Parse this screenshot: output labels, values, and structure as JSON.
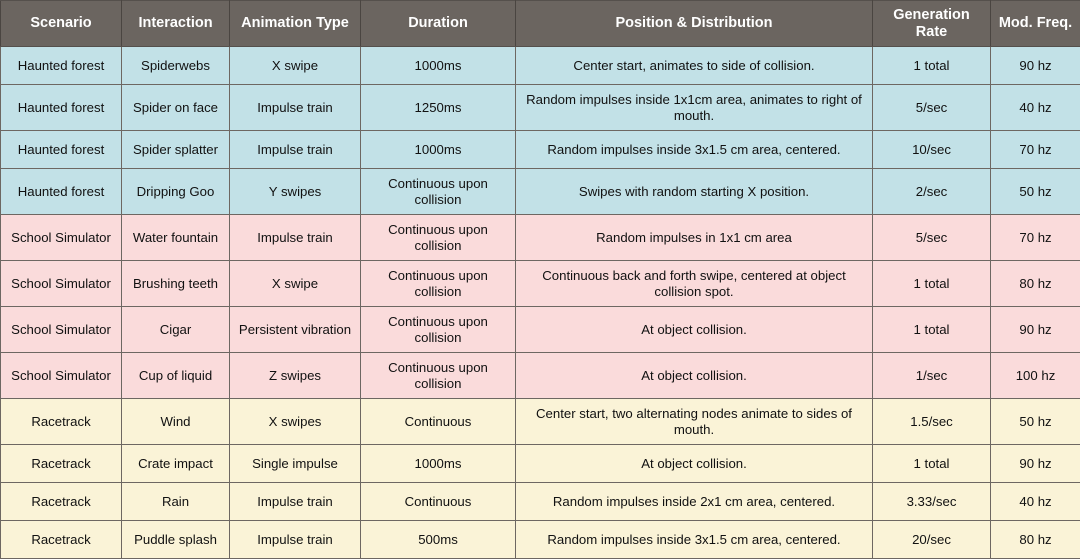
{
  "table": {
    "name": "haptic-feedback-parameters",
    "columns": [
      {
        "key": "scenario",
        "label": "Scenario"
      },
      {
        "key": "interaction",
        "label": "Interaction"
      },
      {
        "key": "animation",
        "label": "Animation Type"
      },
      {
        "key": "duration",
        "label": "Duration"
      },
      {
        "key": "position",
        "label": "Position & Distribution"
      },
      {
        "key": "genrate",
        "label": "Generation Rate"
      },
      {
        "key": "modfreq",
        "label": "Mod. Freq."
      }
    ],
    "colors": {
      "header_bg": "#6b6560",
      "header_text": "#ffffff",
      "section_blue": "#c2e1e7",
      "section_pink": "#fadbdb",
      "section_cream": "#faf3d7",
      "grid_line": "#6d6762",
      "body_text": "#111111"
    },
    "rows": [
      {
        "section": "blue",
        "group_start": true,
        "height": "std",
        "scenario": "Haunted forest",
        "interaction": "Spiderwebs",
        "animation": "X swipe",
        "duration": "1000ms",
        "position": "Center start, animates to side of collision.",
        "genrate": "1 total",
        "modfreq": "90 hz"
      },
      {
        "section": "blue",
        "group_start": false,
        "height": "tall",
        "scenario": "Haunted forest",
        "interaction": "Spider on face",
        "animation": "Impulse train",
        "duration": "1250ms",
        "position": "Random impulses inside 1x1cm area, animates to right of mouth.",
        "genrate": "5/sec",
        "modfreq": "40 hz"
      },
      {
        "section": "blue",
        "group_start": false,
        "height": "std",
        "scenario": "Haunted forest",
        "interaction": "Spider splatter",
        "animation": "Impulse train",
        "duration": "1000ms",
        "position": "Random impulses inside 3x1.5 cm area, centered.",
        "genrate": "10/sec",
        "modfreq": "70 hz"
      },
      {
        "section": "blue",
        "group_start": false,
        "height": "tall",
        "scenario": "Haunted forest",
        "interaction": "Dripping Goo",
        "animation": "Y swipes",
        "duration": "Continuous upon collision",
        "position": "Swipes with random starting X position.",
        "genrate": "2/sec",
        "modfreq": "50 hz"
      },
      {
        "section": "pink",
        "group_start": true,
        "height": "tall",
        "scenario": "School Simulator",
        "interaction": "Water fountain",
        "animation": "Impulse train",
        "duration": "Continuous upon collision",
        "position": "Random impulses in 1x1 cm area",
        "genrate": "5/sec",
        "modfreq": "70 hz"
      },
      {
        "section": "pink",
        "group_start": false,
        "height": "tall",
        "scenario": "School Simulator",
        "interaction": "Brushing teeth",
        "animation": "X swipe",
        "duration": "Continuous upon collision",
        "position": "Continuous back and forth swipe, centered at object collision spot.",
        "genrate": "1 total",
        "modfreq": "80 hz"
      },
      {
        "section": "pink",
        "group_start": false,
        "height": "tall",
        "scenario": "School Simulator",
        "interaction": "Cigar",
        "animation": "Persistent vibration",
        "duration": "Continuous upon collision",
        "position": "At object collision.",
        "genrate": "1 total",
        "modfreq": "90 hz"
      },
      {
        "section": "pink",
        "group_start": false,
        "height": "tall",
        "scenario": "School Simulator",
        "interaction": "Cup of liquid",
        "animation": "Z swipes",
        "duration": "Continuous upon collision",
        "position": "At object collision.",
        "genrate": "1/sec",
        "modfreq": "100 hz"
      },
      {
        "section": "cream",
        "group_start": true,
        "height": "tall",
        "scenario": "Racetrack",
        "interaction": "Wind",
        "animation": "X swipes",
        "duration": "Continuous",
        "position": "Center start, two alternating nodes animate to sides of mouth.",
        "genrate": "1.5/sec",
        "modfreq": "50 hz"
      },
      {
        "section": "cream",
        "group_start": false,
        "height": "std",
        "scenario": "Racetrack",
        "interaction": "Crate impact",
        "animation": "Single impulse",
        "duration": "1000ms",
        "position": "At object collision.",
        "genrate": "1 total",
        "modfreq": "90 hz"
      },
      {
        "section": "cream",
        "group_start": false,
        "height": "std",
        "scenario": "Racetrack",
        "interaction": "Rain",
        "animation": "Impulse train",
        "duration": "Continuous",
        "position": "Random impulses inside 2x1 cm area, centered.",
        "genrate": "3.33/sec",
        "modfreq": "40 hz"
      },
      {
        "section": "cream",
        "group_start": false,
        "height": "std",
        "last": true,
        "scenario": "Racetrack",
        "interaction": "Puddle splash",
        "animation": "Impulse train",
        "duration": "500ms",
        "position": "Random impulses inside 3x1.5 cm area, centered.",
        "genrate": "20/sec",
        "modfreq": "80 hz"
      }
    ]
  }
}
